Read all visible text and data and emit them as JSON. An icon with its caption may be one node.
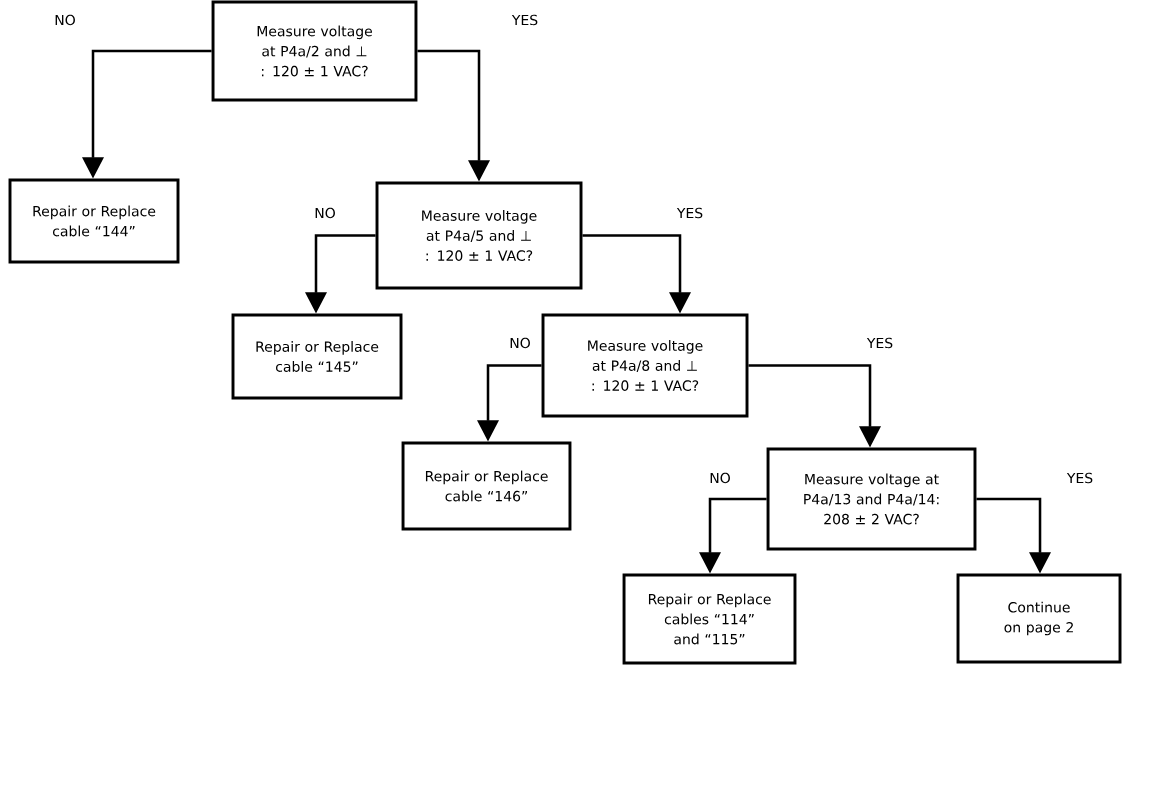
{
  "diagram": {
    "nodes": [
      {
        "text": [
          "Measure voltage at P4a/2 and ⊥ : 120 ± 1 VAC?"
        ]
      },
      {
        "text": [
          "Repair or Replace cable “144”"
        ]
      },
      {
        "text": [
          "Measure voltage at P4a/5 and ⊥ : 120 ± 1 VAC?"
        ]
      },
      {
        "text": [
          "Repair or Replace cable “145”"
        ]
      },
      {
        "text": [
          "Measure voltage at P4a/8 and ⊥ : 120 ± 1 VAC?"
        ]
      },
      {
        "text": [
          "Repair or Replace cable “146”"
        ]
      },
      {
        "text": [
          "Measure voltage at P4a/13 and P4a/14: 208 ± 2 VAC?"
        ]
      },
      {
        "text": [
          "Repair or Replace cables “114” and “115”"
        ]
      },
      {
        "text": [
          "Continue on page 2"
        ]
      }
    ],
    "edges": [
      {
        "from": 0,
        "to": 1,
        "arrow": "to",
        "label": "NO"
      },
      {
        "from": 0,
        "to": 2,
        "arrow": "to",
        "label": "YES"
      },
      {
        "from": 2,
        "to": 3,
        "arrow": "to",
        "label": "NO"
      },
      {
        "from": 2,
        "to": 4,
        "arrow": "to",
        "label": "YES"
      },
      {
        "from": 4,
        "to": 5,
        "arrow": "to",
        "label": "NO"
      },
      {
        "from": 4,
        "to": 6,
        "arrow": "to",
        "label": "YES"
      },
      {
        "from": 6,
        "to": 7,
        "arrow": "to",
        "label": "NO"
      },
      {
        "from": 6,
        "to": 8,
        "arrow": "to",
        "label": "YES"
      }
    ]
  }
}
